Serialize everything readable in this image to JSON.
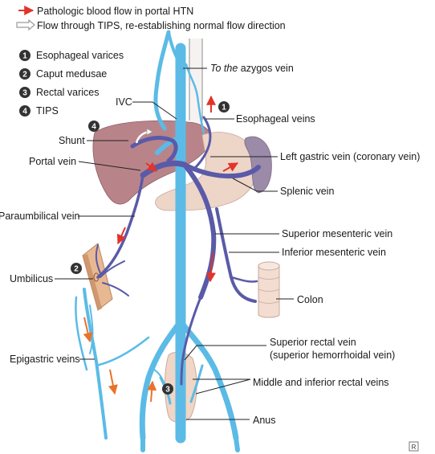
{
  "legend": {
    "pathologic_flow": "Pathologic blood flow in portal HTN",
    "tips_flow": "Flow through TIPS, re-establishing normal flow direction",
    "pathologic_color": "#e2342b",
    "tips_color": "#9a9a9a"
  },
  "key": [
    {
      "num": "1",
      "label": "Esophageal varices"
    },
    {
      "num": "2",
      "label": "Caput medusae"
    },
    {
      "num": "3",
      "label": "Rectal varices"
    },
    {
      "num": "4",
      "label": "TIPS"
    }
  ],
  "labels": {
    "azygos_prefix": "To the",
    "azygos_rest": " azygos vein",
    "ivc": "IVC",
    "esophageal_veins": "Esophageal veins",
    "shunt": "Shunt",
    "portal_vein": "Portal vein",
    "left_gastric": "Left gastric vein (coronary vein)",
    "splenic_vein": "Splenic vein",
    "paraumbilical_vein": "Paraumbilical vein",
    "superior_mesenteric": "Superior mesenteric vein",
    "inferior_mesenteric": "Inferior mesenteric vein",
    "umbilicus": "Umbilicus",
    "colon": "Colon",
    "superior_rectal_1": "Superior rectal vein",
    "superior_rectal_2": "(superior hemorrhoidal vein)",
    "epigastric_veins": "Epigastric veins",
    "middle_inferior_rectal": "Middle and inferior rectal veins",
    "anus": "Anus"
  },
  "badges": {
    "esophageal": "1",
    "caput": "2",
    "rectal": "3",
    "tips": "4"
  },
  "colors": {
    "systemic_vein": "#5bbbe6",
    "portal_vein": "#5a5aa8",
    "liver": "#b8848a",
    "stomach": "#edd5c8",
    "spleen": "#9b8aa8",
    "skin": "#e8b892",
    "badge": "#333333"
  },
  "corner_logo": "R"
}
